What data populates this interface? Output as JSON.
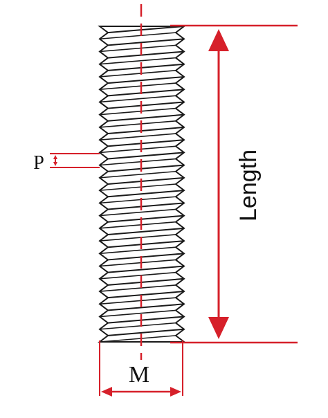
{
  "labels": {
    "length": "Length",
    "pitch": "P",
    "diameter": "M"
  },
  "colors": {
    "dimension": "#d6202a",
    "rod_outline": "#1a1a1a",
    "rod_fill": "#ffffff",
    "background": "#ffffff"
  },
  "rod": {
    "thread_count": 25
  }
}
